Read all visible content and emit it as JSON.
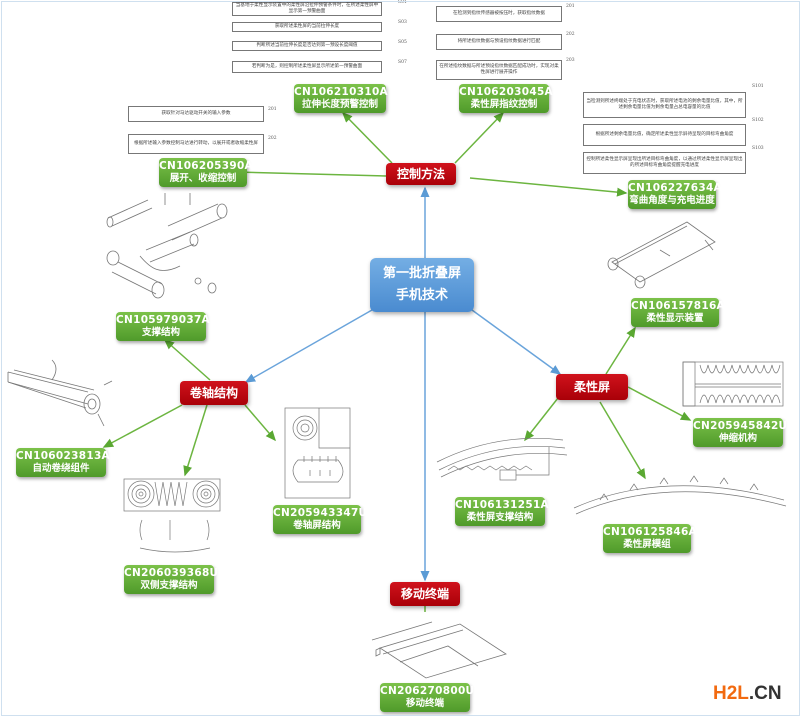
{
  "center": {
    "line1": "第一批折叠屏",
    "line2": "手机技术"
  },
  "categories": {
    "control": "控制方法",
    "scroll": "卷轴结构",
    "flexible": "柔性屏",
    "mobile": "移动终端"
  },
  "patents": [
    {
      "id": "CN106210310A",
      "title": "拉伸长度预警控制"
    },
    {
      "id": "CN106203045A",
      "title": "柔性屏指纹控制"
    },
    {
      "id": "CN106205390A",
      "title": "展开、收缩控制"
    },
    {
      "id": "CN106227634A",
      "title": "弯曲角度与充电进度"
    },
    {
      "id": "CN105979037A",
      "title": "支撑结构"
    },
    {
      "id": "CN106157816A",
      "title": "柔性显示装置"
    },
    {
      "id": "CN106023813A",
      "title": "自动卷绕组件"
    },
    {
      "id": "CN205945842U",
      "title": "伸缩机构"
    },
    {
      "id": "CN205943347U",
      "title": "卷轴屏结构"
    },
    {
      "id": "CN106131251A",
      "title": "柔性屏支撑结构"
    },
    {
      "id": "CN106125846A",
      "title": "柔性屏模组"
    },
    {
      "id": "CN206039368U",
      "title": "双侧支撑结构"
    },
    {
      "id": "CN206270800U",
      "title": "移动终端"
    }
  ],
  "flowcharts": {
    "f1": {
      "steps": [
        "当基地于柔性显示装置中的柔性屏沿拉伸预警条件时，在所述柔性屏中显示第一预警曲面",
        "获取所述柔性屏的当前拉伸长度",
        "判断所述当前拉伸长度是否达到第一预设长度阈值",
        "若判断为是，则控制所述柔性屏显示所述第一预警曲面"
      ],
      "labels": [
        "S01",
        "S03",
        "S05",
        "S07"
      ]
    },
    "f2": {
      "steps": [
        "在检测到指纹传感器被按压时，获取指纹数据",
        "将所述指纹数据与预设指纹数据进行匹配",
        "在所述指纹数据与所述预设指纹数据匹配成功时，实现对柔性屏进行展开操作"
      ],
      "labels": [
        "201",
        "202",
        "203"
      ]
    },
    "f3": {
      "steps": [
        "获取针对马达驱动开关的输入参数",
        "根据所述输入参数控制马达进行转动，以展开或者收缩柔性屏"
      ],
      "labels": [
        "201",
        "202"
      ]
    },
    "f4": {
      "steps": [
        "当检测到所述终端处于充电状态时，获取所述电池的剩余电量比值，其中，所述剩余电量比值为剩余电量占总电容量的比值",
        "根据所述剩余电量比值，确定所述柔性显示屏待呈现的目标弯曲角度",
        "控制所述柔性显示屏呈现出所述目标弯曲角度，以通过所述柔性显示屏呈现出的所述目标弯曲角度提醒充电进度"
      ],
      "labels": [
        "S101",
        "S102",
        "S103"
      ]
    }
  },
  "watermark": {
    "part1": "H2L",
    "part2": ".CN"
  },
  "colors": {
    "green": "#5aa832",
    "red": "#c00010",
    "blue": "#5b9bd5",
    "blue_line": "#6aa4db",
    "green_line": "#6cb540"
  }
}
